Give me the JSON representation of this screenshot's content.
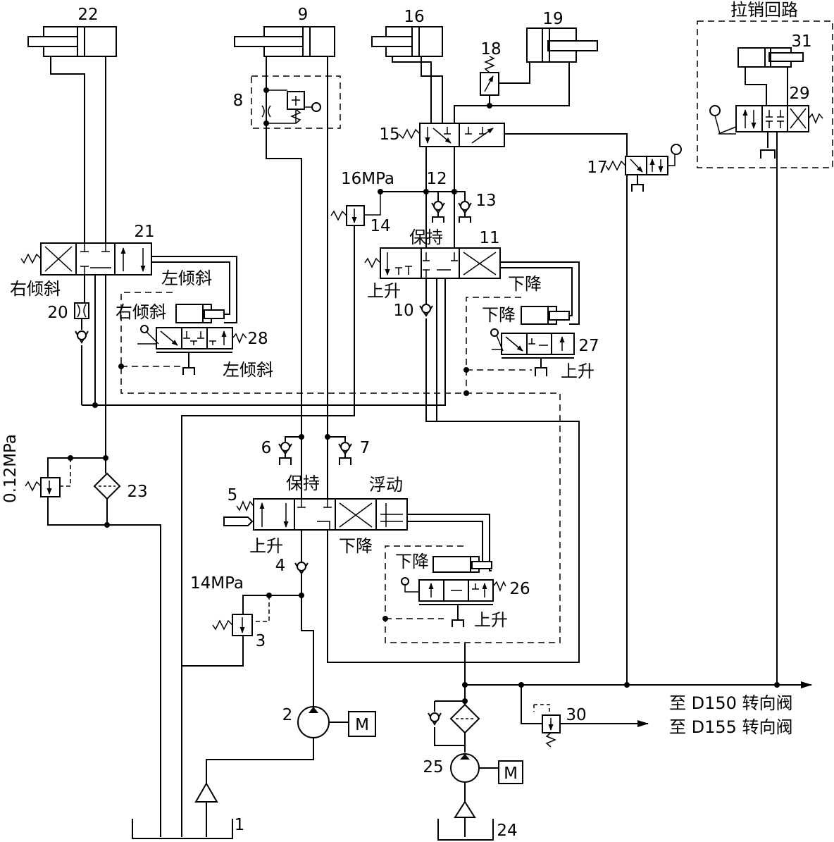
{
  "components": {
    "cyl22": "22",
    "cyl9": "9",
    "cyl16": "16",
    "cyl19": "19",
    "valve18": "18",
    "valve8": "8",
    "valve15": "15",
    "cyl31": "31",
    "valve29": "29",
    "valve17": "17",
    "check12": "12",
    "check13": "13",
    "relief14": "14",
    "valve11": "11",
    "valve21": "21",
    "throttle20": "20",
    "valve28": "28",
    "check10": "10",
    "valve27": "27",
    "filter23": "23",
    "check6": "6",
    "check7": "7",
    "valve5": "5",
    "check4": "4",
    "relief3": "3",
    "valve26": "26",
    "pump2": "2",
    "tank1": "1",
    "valve30": "30",
    "pump25": "25",
    "tank24": "24"
  },
  "pressures": {
    "relief14": "16MPa",
    "relief3": "14MPa",
    "return_relief": "0.12MPa"
  },
  "positions": {
    "v21_right_tilt": "右倾斜",
    "v21_left_tilt": "左倾斜",
    "v28_right_tilt": "右倾斜",
    "v28_left_tilt": "左倾斜",
    "v11_hold": "保持",
    "v11_raise": "上升",
    "v11_lower": "下降",
    "v27_lower": "下降",
    "v27_raise": "上升",
    "v5_hold": "保持",
    "v5_float": "浮动",
    "v5_raise": "上升",
    "v5_lower": "下降",
    "v26_lower": "下降",
    "v26_raise": "上升"
  },
  "pull_pin_circuit": "拉销回路",
  "motor_symbol": "M",
  "outputs": {
    "d150": "至 D150 转向阀",
    "d155": "至 D155 转向阀"
  }
}
